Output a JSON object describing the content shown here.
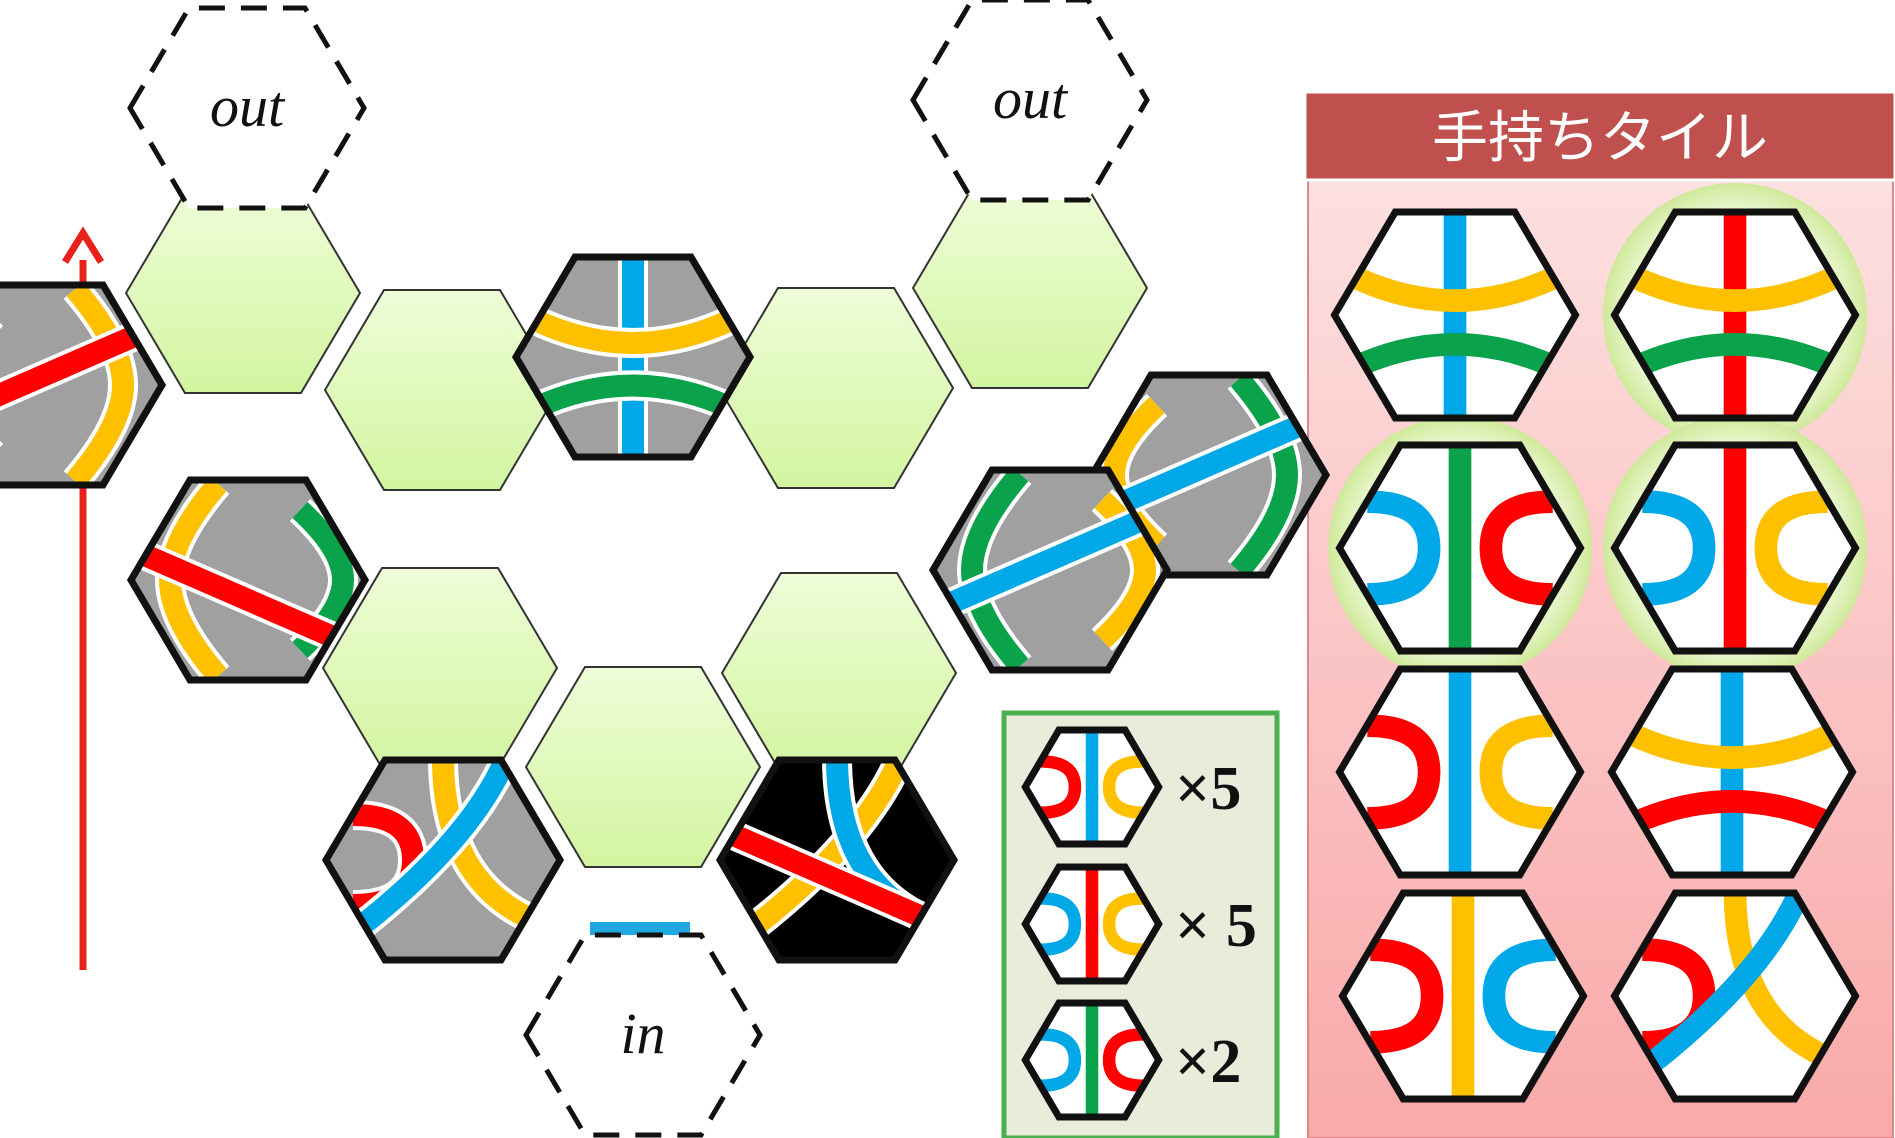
{
  "board": {
    "out_labels": [
      "out",
      "out"
    ],
    "in_label": "in",
    "arrow_color": "#e8211b",
    "empty_cell_color": "#d9f7a8",
    "entry_marker_color": "#20a8e0"
  },
  "hand": {
    "title": "手持ちタイル",
    "title_bg": "#c0504d",
    "panel_bg": "#fbc4c4",
    "highlight": "#d6ef9f"
  },
  "inventory": {
    "items": [
      {
        "count": "×5"
      },
      {
        "count": "× 5"
      },
      {
        "count": "×2"
      }
    ],
    "bg": "#e9ecdb",
    "border": "#4caf50"
  },
  "colors": {
    "red": "#ff0000",
    "blue": "#00a8e8",
    "green": "#0aa24a",
    "yellow": "#ffc000",
    "gray": "#a0a0a0",
    "black": "#000000"
  }
}
